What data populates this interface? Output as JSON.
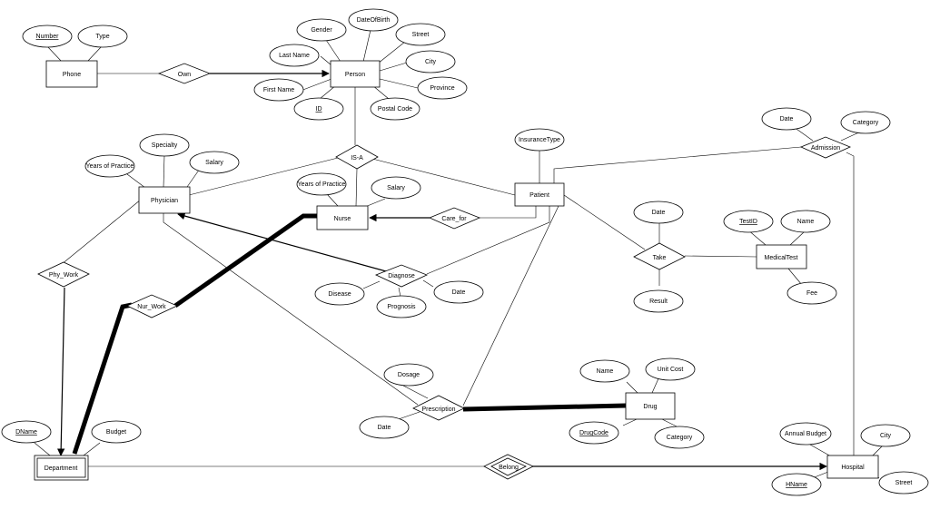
{
  "entities": {
    "phone": "Phone",
    "person": "Person",
    "physician": "Physician",
    "nurse": "Nurse",
    "patient": "Patient",
    "medical_test": "MedicalTest",
    "drug": "Drug",
    "department": "Department",
    "hospital": "Hospital"
  },
  "relationships": {
    "own": "Own",
    "is_a": "IS-A",
    "care_for": "Care_for",
    "admission": "Admission",
    "take": "Take",
    "phy_work": "Phy_Work",
    "nur_work": "Nur_Work",
    "diagnose": "Diagnose",
    "prescription": "Prescription",
    "belong": "Belong"
  },
  "attributes": {
    "phone_number": "Number",
    "phone_type": "Type",
    "person_gender": "Gender",
    "person_dob": "DateOfBirth",
    "person_street": "Street",
    "person_lastname": "Last Name",
    "person_city": "City",
    "person_firstname": "First Name",
    "person_province": "Province",
    "person_id": "ID",
    "person_postal": "Postal Code",
    "phys_specialty": "Specialty",
    "phys_years": "Years of Practice",
    "phys_salary": "Salary",
    "nurse_years": "Years of Practice",
    "nurse_salary": "Salary",
    "patient_insurance": "InsuranceType",
    "admission_date": "Date",
    "admission_category": "Category",
    "take_date": "Date",
    "take_result": "Result",
    "test_id": "TestID",
    "test_name": "Name",
    "test_fee": "Fee",
    "diag_disease": "Disease",
    "diag_prognosis": "Prognosis",
    "diag_date": "Date",
    "presc_dosage": "Dosage",
    "presc_date": "Date",
    "drug_name": "Name",
    "drug_unitcost": "Unit Cost",
    "drug_code": "DrugCode",
    "drug_category": "Category",
    "dept_name": "DName",
    "dept_budget": "Budget",
    "hosp_budget": "Annual Budget",
    "hosp_city": "City",
    "hosp_name": "HName",
    "hosp_street": "Street"
  }
}
